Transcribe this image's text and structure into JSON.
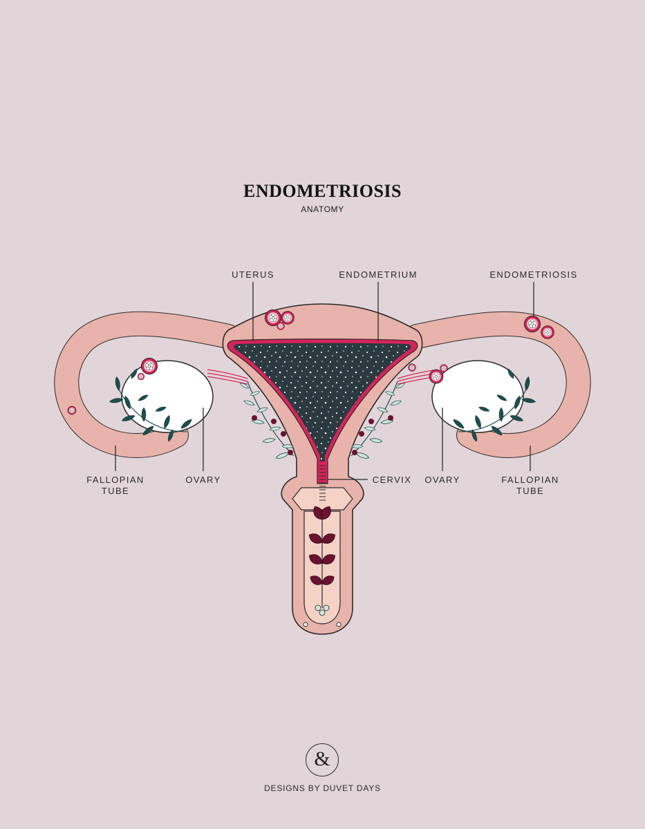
{
  "header": {
    "title": "ENDOMETRIOSIS",
    "subtitle": "ANATOMY"
  },
  "labels": {
    "uterus": "UTERUS",
    "endometrium": "ENDOMETRIUM",
    "endometriosis": "ENDOMETRIOSIS",
    "fallopian_tube_left_line1": "FALLOPIAN",
    "fallopian_tube_left_line2": "TUBE",
    "ovary_left": "OVARY",
    "cervix": "CERVIX",
    "ovary_right": "OVARY",
    "fallopian_tube_right_line1": "FALLOPIAN",
    "fallopian_tube_right_line2": "TUBE"
  },
  "footer": {
    "logo_glyph": "&",
    "brand": "DESIGNS BY DUVET DAYS"
  },
  "colors": {
    "background": "#e2d5d9",
    "tissue": "#e8b3aa",
    "tissue_light": "#efc7bc",
    "outline": "#2a2a2a",
    "endometrium": "#d6245a",
    "cavity": "#2a3a40",
    "ovary": "#ffffff",
    "leaf": "#1d4f4d",
    "leaf_light": "#cfe6de",
    "berry": "#6a1230",
    "lesion": "#f6c7cf"
  },
  "icons": {
    "lesion": "flower-lesion-icon",
    "leaf": "leaf-icon",
    "logo": "ampersand-logo-icon"
  }
}
